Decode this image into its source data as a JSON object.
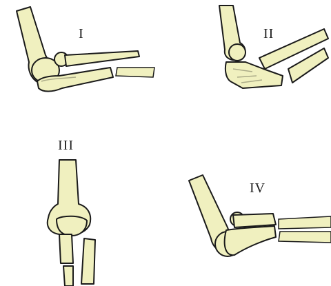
{
  "panels": [
    {
      "label": "I"
    },
    {
      "label": "II"
    },
    {
      "label": "III"
    },
    {
      "label": "IV"
    }
  ],
  "colors": {
    "bone": "#f0f0bf",
    "outline": "#1a1a1a",
    "background": "#ffffff"
  }
}
